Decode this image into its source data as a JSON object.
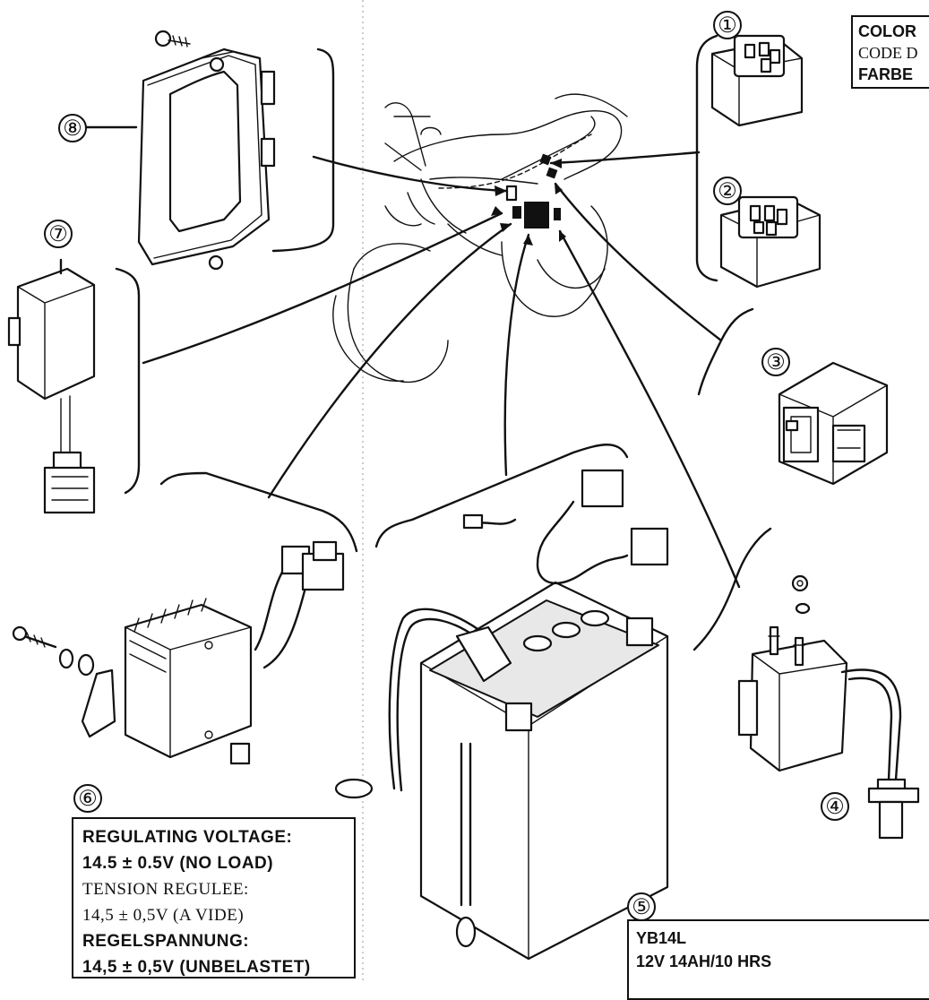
{
  "callouts": [
    "①",
    "②",
    "③",
    "④",
    "⑤",
    "⑥",
    "⑦",
    "⑧"
  ],
  "regulator_spec": {
    "line1": "REGULATING VOLTAGE:",
    "line2": "14.5 ± 0.5V (NO LOAD)",
    "line3": "TENSION REGULEE:",
    "line4": "14,5 ± 0,5V (A VIDE)",
    "line5": "REGELSPANNUNG:",
    "line6": "14,5 ± 0,5V (UNBELASTET)"
  },
  "color_code": {
    "line1": "COLOR",
    "line2": "CODE D",
    "line3": "FARBE"
  },
  "battery_spec": {
    "line1": "YB14L",
    "line2": "12V 14AH/10 HRS"
  }
}
